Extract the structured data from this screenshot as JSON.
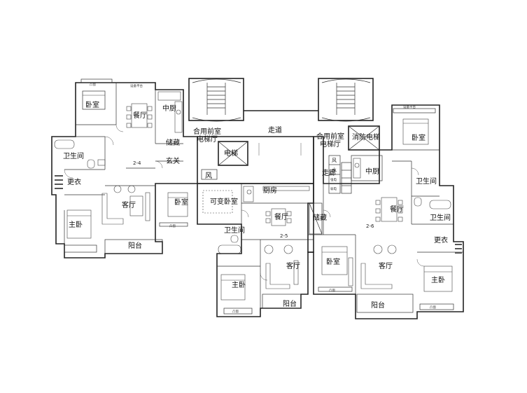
{
  "rooms": {
    "l_bedroom": "卧室",
    "l_dining": "餐厅",
    "l_kitchen": "中厨",
    "l_storage": "储藏",
    "l_entry": "玄关",
    "l_bath": "卫生间",
    "l_dress": "更衣",
    "l_living": "客厅",
    "l_master": "主卧",
    "l_bedroom2": "卧室",
    "l_balcony": "阳台",
    "l_unit_no": "2-4",
    "common_lobby_l1": "合用前室",
    "common_lobby_l2": "电梯厅",
    "corridor": "走道",
    "elevator": "电梯",
    "wind": "风",
    "m_variable_bed": "可变卧室",
    "m_kitchen": "厨房",
    "m_dining": "餐厅",
    "m_bath": "卫生间",
    "m_living": "客厅",
    "m_master": "主卧",
    "m_balcony": "阳台",
    "m_unit_no": "2-5",
    "common_lobby_r1": "合用前室",
    "common_lobby_r2": "电梯厅",
    "fire_elevator": "消防电梯",
    "hallway": "走廊",
    "r_storage": "储藏",
    "r_kitchen": "中厨",
    "r_bedroom": "卧室",
    "r_bath": "卫生间",
    "r_dining": "餐厅",
    "r_bath2": "卫生间",
    "r_dress": "更衣",
    "r_living": "客厅",
    "r_bedroom2": "卧室",
    "r_master": "主卧",
    "r_balcony": "阳台",
    "r_unit_no": "2-6",
    "shaft_wind": "风",
    "shaft_water": "水",
    "shaft_power": "强电",
    "shaft_weak": "弱电"
  },
  "tags": {
    "ac_platform": "设备平台",
    "bay_window": "凸窗"
  }
}
